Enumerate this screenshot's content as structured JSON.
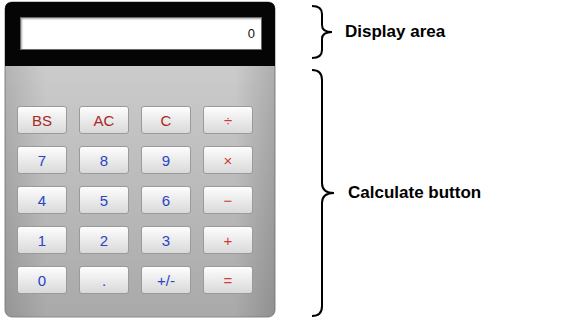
{
  "diagram": {
    "nodes": [
      {
        "text": [
          "0"
        ]
      },
      {
        "text": [
          "BS"
        ]
      },
      {
        "text": [
          "AC"
        ]
      },
      {
        "text": [
          "C"
        ]
      },
      {
        "text": [
          "÷"
        ]
      },
      {
        "text": [
          "7"
        ]
      },
      {
        "text": [
          "8"
        ]
      },
      {
        "text": [
          "9"
        ]
      },
      {
        "text": [
          "×"
        ]
      },
      {
        "text": [
          "4"
        ]
      },
      {
        "text": [
          "5"
        ]
      },
      {
        "text": [
          "6"
        ]
      },
      {
        "text": [
          "−"
        ]
      },
      {
        "text": [
          "1"
        ]
      },
      {
        "text": [
          "2"
        ]
      },
      {
        "text": [
          "3"
        ]
      },
      {
        "text": [
          "+"
        ]
      },
      {
        "text": [
          "0"
        ]
      },
      {
        "text": [
          "."
        ]
      },
      {
        "text": [
          "+/-"
        ]
      },
      {
        "text": [
          "="
        ]
      }
    ],
    "labels": [
      "Display area",
      "Calculate button"
    ]
  }
}
